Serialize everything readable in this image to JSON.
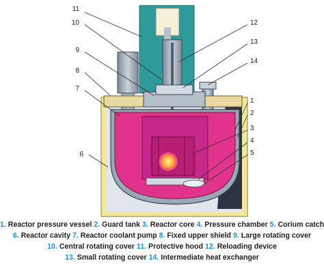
{
  "colors": {
    "number": "#1f8fd6",
    "text": "#222222",
    "coolant": "#e2338c",
    "hood": "#2f9a9a",
    "concrete": "#f3e79b",
    "steel": "#9aa7b5",
    "cavity": "#dfe6ee"
  },
  "callouts": [
    "1",
    "2",
    "3",
    "4",
    "5",
    "6",
    "7",
    "8",
    "9",
    "10",
    "11",
    "12",
    "13",
    "14"
  ],
  "legend": {
    "lines": [
      [
        {
          "num": "1.",
          "label": "Reactor pressure vessel"
        },
        {
          "num": "2.",
          "label": "Guard tank"
        },
        {
          "num": "3.",
          "label": "Reactor core"
        },
        {
          "num": "4.",
          "label": "Pressure chamber"
        },
        {
          "num": "5.",
          "label": "Corium catcher"
        }
      ],
      [
        {
          "num": "6.",
          "label": "Reactor cavity"
        },
        {
          "num": "7.",
          "label": "Reactor coolant pump"
        },
        {
          "num": "8.",
          "label": "Fixed upper shield"
        },
        {
          "num": "9.",
          "label": "Large rotating cover"
        }
      ],
      [
        {
          "num": "10.",
          "label": "Central rotating cover"
        },
        {
          "num": "11.",
          "label": "Protective hood"
        },
        {
          "num": "12.",
          "label": "Reloading device"
        }
      ],
      [
        {
          "num": "13.",
          "label": "Small rotating cover"
        },
        {
          "num": "14.",
          "label": "Intermediate heat exchanger"
        }
      ]
    ]
  }
}
